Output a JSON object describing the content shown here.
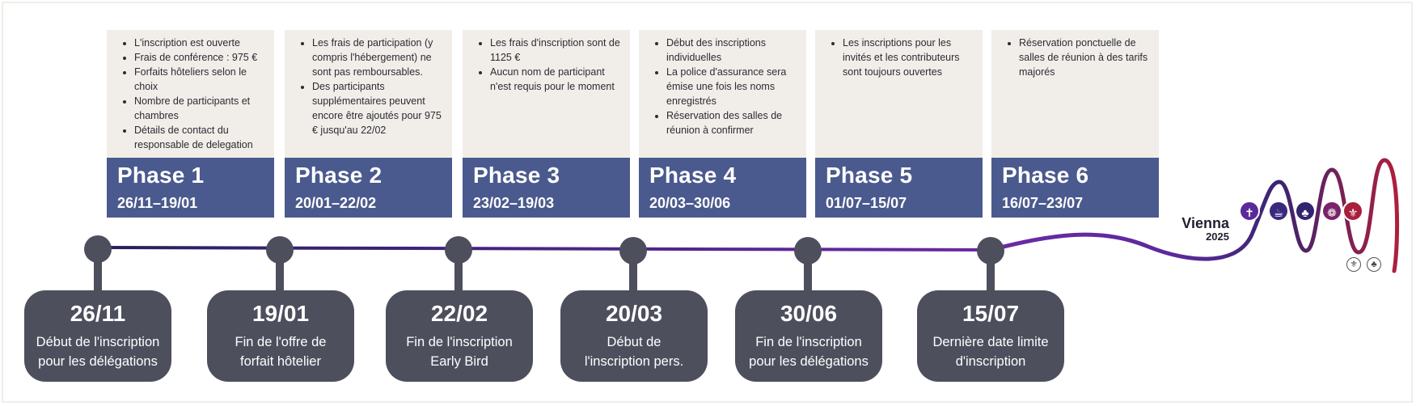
{
  "phases": [
    {
      "title": "Phase 1",
      "dates": "26/11–19/01",
      "notes": [
        "L'inscription est ouverte",
        "Frais de conférence : 975 €",
        "Forfaits hôteliers selon le choix",
        "Nombre de participants et chambres",
        "Détails de contact du responsable de delegation"
      ]
    },
    {
      "title": "Phase 2",
      "dates": "20/01–22/02",
      "notes": [
        "Les frais de participation (y compris l'hébergement) ne sont pas remboursables.",
        "Des participants supplémentaires peuvent encore être ajoutés pour 975 € jusqu'au 22/02"
      ]
    },
    {
      "title": "Phase 3",
      "dates": "23/02–19/03",
      "notes": [
        "Les frais d'inscription sont de 1125 €",
        "Aucun nom de participant n'est requis pour le moment"
      ]
    },
    {
      "title": "Phase 4",
      "dates": "20/03–30/06",
      "notes": [
        "Début des inscriptions individuelles",
        "La police d'assurance sera émise une fois les noms enregistrés",
        "Réservation des salles de réunion à confirmer"
      ]
    },
    {
      "title": "Phase 5",
      "dates": "01/07–15/07",
      "notes": [
        "Les inscriptions pour les invités et les contributeurs sont toujours ouvertes"
      ]
    },
    {
      "title": "Phase 6",
      "dates": "16/07–23/07",
      "notes": [
        "Réservation ponctuelle de salles de réunion à des tarifs majorés"
      ]
    }
  ],
  "milestones": [
    {
      "date": "26/11",
      "label_1": "Début de l'inscription",
      "label_2": "pour les délégations"
    },
    {
      "date": "19/01",
      "label_1": "Fin de l'offre de",
      "label_2": "forfait hôtelier"
    },
    {
      "date": "22/02",
      "label_1": "Fin de l'inscription",
      "label_2": "Early Bird"
    },
    {
      "date": "20/03",
      "label_1": "Début de",
      "label_2": "l'inscription pers."
    },
    {
      "date": "30/06",
      "label_1": "Fin de l'inscription",
      "label_2": "pour les délégations"
    },
    {
      "date": "15/07",
      "label_1": "Dernière date limite",
      "label_2": "d'inscription"
    }
  ],
  "logo": {
    "city": "Vienna",
    "year": "2025",
    "emblems": [
      "person-icon",
      "cup-icon",
      "tree-icon",
      "flower-icon",
      "fleur-de-lis-icon"
    ],
    "badges": [
      "fleur-de-lis-icon",
      "trefoil-icon"
    ]
  },
  "colors": {
    "band": "#4a5a8e",
    "card": "#f1eee9",
    "milestone": "#4d4f5d",
    "line_start": "#27205e",
    "line_mid": "#6a2aa5",
    "line_end": "#b01f3c"
  }
}
